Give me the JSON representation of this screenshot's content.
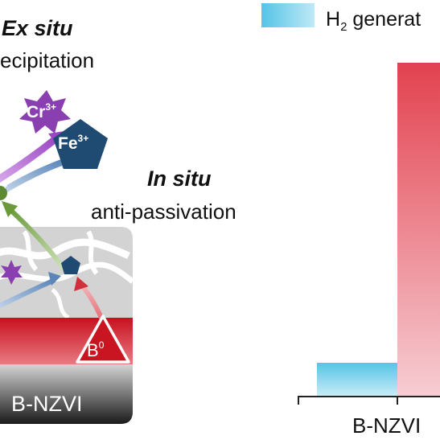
{
  "left_panel": {
    "ex_situ": {
      "title": "Ex situ",
      "subtitle": "ecipitation"
    },
    "in_situ": {
      "title": "In situ",
      "subtitle": "anti-passivation"
    },
    "ions": {
      "cr": {
        "symbol": "Cr",
        "charge": "3+"
      },
      "fe": {
        "symbol": "Fe",
        "charge": "3+"
      },
      "partial_charge": "+"
    },
    "boron": {
      "symbol": "B",
      "charge": "0"
    },
    "material_label": "B-NZVI"
  },
  "right_panel": {
    "legend": {
      "label_main": "H",
      "label_sub": "2",
      "label_rest": " generat"
    },
    "x_tick_label": "B-NZVI"
  },
  "colors": {
    "purple": "#8a3fb0",
    "navy": "#1f4a72",
    "green": "#6a9a3a",
    "steel_blue": "#5a86b8",
    "red": "#d1303a",
    "cyan_bar": "#54c2e4",
    "red_bar": "#e0505f"
  },
  "icons": [
    "star-ion-icon",
    "pentagon-ion-icon",
    "triangle-boron-icon"
  ]
}
